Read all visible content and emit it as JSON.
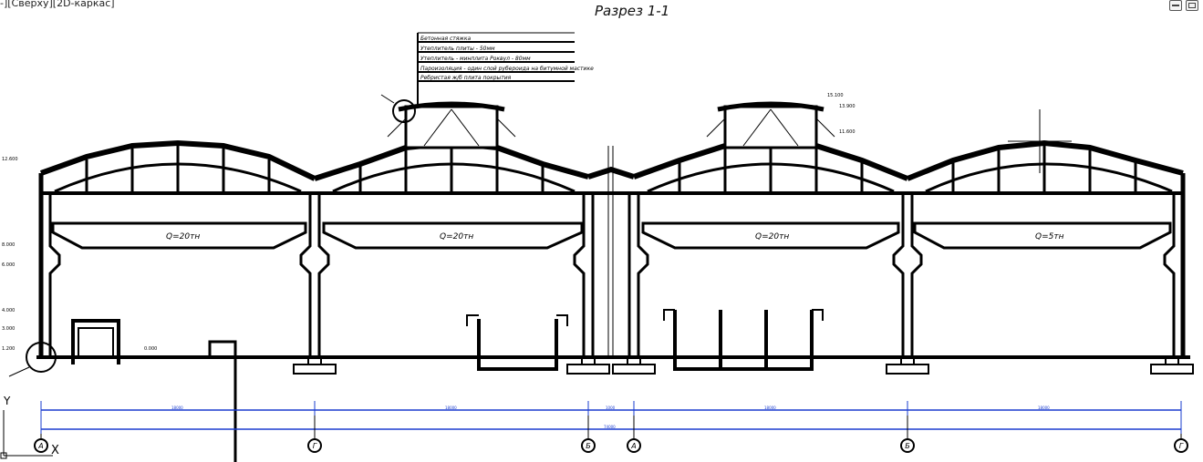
{
  "viewport": {
    "label": "-][Сверху][2D-каркас]"
  },
  "drawing": {
    "title": "Разрез 1-1"
  },
  "legend_lines": [
    "Бетонная стяжка",
    "Утеплитель плиты - 50мм",
    "Утеплитель - минплита Роквул - 80мм",
    "Пароизоляция - один слой рубероида на битумной мастике",
    "Ребристая ж/б плита покрытия"
  ],
  "cranes": [
    "Q=20тн",
    "Q=20тн",
    "Q=20тн",
    "Q=5тн"
  ],
  "axes": {
    "labels": [
      "А",
      "Г",
      "Б",
      "А",
      "Б",
      "Г"
    ],
    "dim_values": [
      "18000",
      "18000",
      "1000",
      "18000",
      "18000"
    ],
    "overall": "74000"
  },
  "levels": [
    "12.600",
    "8.000",
    "6.000",
    "4.000",
    "3.000",
    "1.200",
    "0.000",
    "15.100",
    "13.900",
    "11.600"
  ],
  "ucs": {
    "y_label": "Y",
    "x_label": "X"
  },
  "colors": {
    "line": "#000000",
    "dimension": "#1a3ccf",
    "axis_circle": "#000000"
  }
}
